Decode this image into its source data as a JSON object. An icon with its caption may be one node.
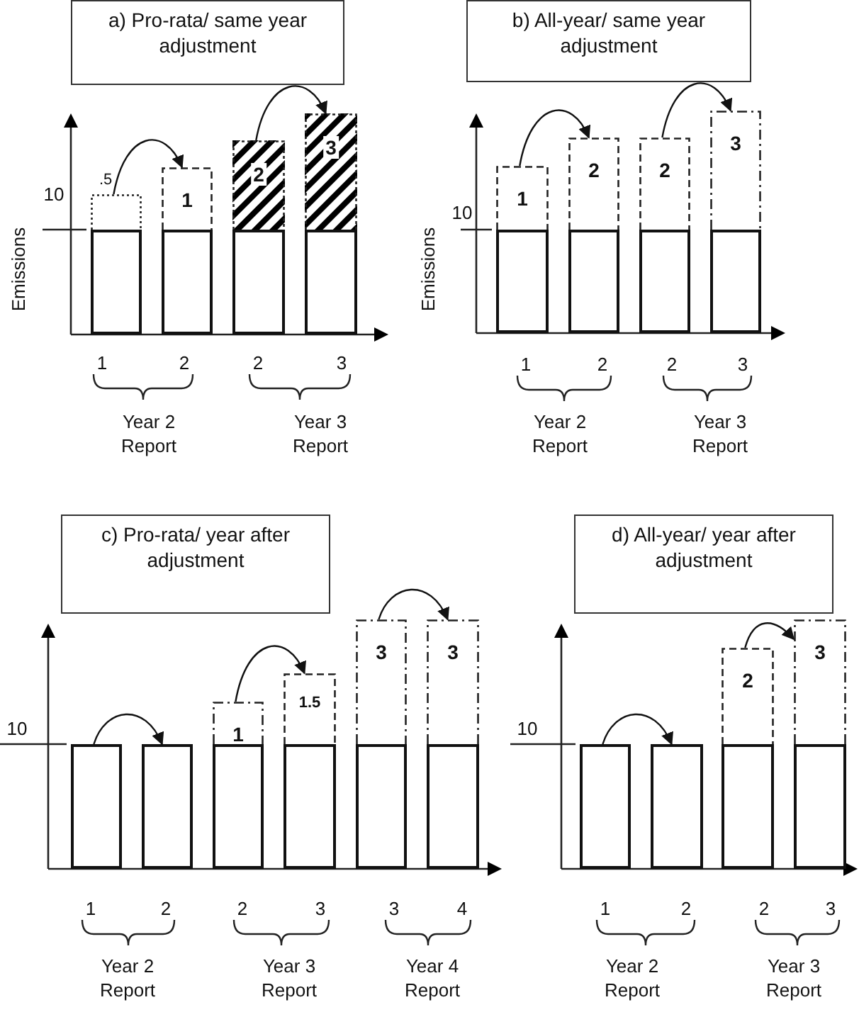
{
  "diagram": {
    "nodes": [
      {
        "text": [
          "a) Pro-rata/ same year adjustment"
        ]
      },
      {
        "text": [
          ".5"
        ]
      },
      {
        "text": [
          "1"
        ]
      },
      {
        "text": [
          "2"
        ]
      },
      {
        "text": [
          "3"
        ]
      },
      {
        "text": [],
        "shape": "bar"
      },
      {
        "text": [],
        "shape": "bar"
      },
      {
        "text": [],
        "shape": "bar"
      },
      {
        "text": [],
        "shape": "bar"
      },
      {
        "text": [
          "b) All-year/ same year adjustment"
        ]
      },
      {
        "text": [
          "1"
        ]
      },
      {
        "text": [
          "2"
        ]
      },
      {
        "text": [
          "2"
        ]
      },
      {
        "text": [
          "3"
        ]
      },
      {
        "text": [],
        "shape": "bar"
      },
      {
        "text": [],
        "shape": "bar"
      },
      {
        "text": [],
        "shape": "bar"
      },
      {
        "text": [],
        "shape": "bar"
      },
      {
        "text": [
          "c) Pro-rata/ year after adjustment"
        ]
      },
      {
        "text": [
          "1"
        ]
      },
      {
        "text": [
          "1.5"
        ]
      },
      {
        "text": [
          "3"
        ]
      },
      {
        "text": [
          "3"
        ]
      },
      {
        "text": [],
        "shape": "bar"
      },
      {
        "text": [],
        "shape": "bar"
      },
      {
        "text": [],
        "shape": "bar"
      },
      {
        "text": [],
        "shape": "bar"
      },
      {
        "text": [],
        "shape": "bar"
      },
      {
        "text": [],
        "shape": "bar"
      },
      {
        "text": [
          "d) All-year/ year after adjustment"
        ]
      },
      {
        "text": [
          "2"
        ]
      },
      {
        "text": [
          "3"
        ]
      },
      {
        "text": [],
        "shape": "bar"
      },
      {
        "text": [],
        "shape": "bar"
      },
      {
        "text": [],
        "shape": "bar"
      },
      {
        "text": [],
        "shape": "bar"
      }
    ],
    "edges": [
      {
        "from": 1,
        "to": 2,
        "arrow": "to"
      },
      {
        "from": 3,
        "to": 4,
        "arrow": "to"
      },
      {
        "from": 10,
        "to": 11,
        "arrow": "to"
      },
      {
        "from": 12,
        "to": 13,
        "arrow": "to"
      },
      {
        "from": 23,
        "to": 24,
        "arrow": "to"
      },
      {
        "from": 19,
        "to": 20,
        "arrow": "to"
      },
      {
        "from": 21,
        "to": 22,
        "arrow": "to"
      },
      {
        "from": 32,
        "to": 33,
        "arrow": "to"
      },
      {
        "from": 30,
        "to": 31,
        "arrow": "to"
      }
    ],
    "labels": [
      "10",
      "Emissions",
      "10",
      "Emissions",
      "1",
      "2",
      "2",
      "3",
      "1",
      "2",
      "2",
      "3",
      "Year 2 Report",
      "Year 3 Report",
      "Year 2 Report",
      "Year 3 Report",
      "10",
      "10",
      "1",
      "2",
      "2",
      "3",
      "3",
      "4",
      "1",
      "2",
      "2",
      "3",
      "Year 2 Report",
      "Year 3 Report",
      "Year 4 Report",
      "Year 2 Report",
      "Year 3 Report"
    ]
  }
}
